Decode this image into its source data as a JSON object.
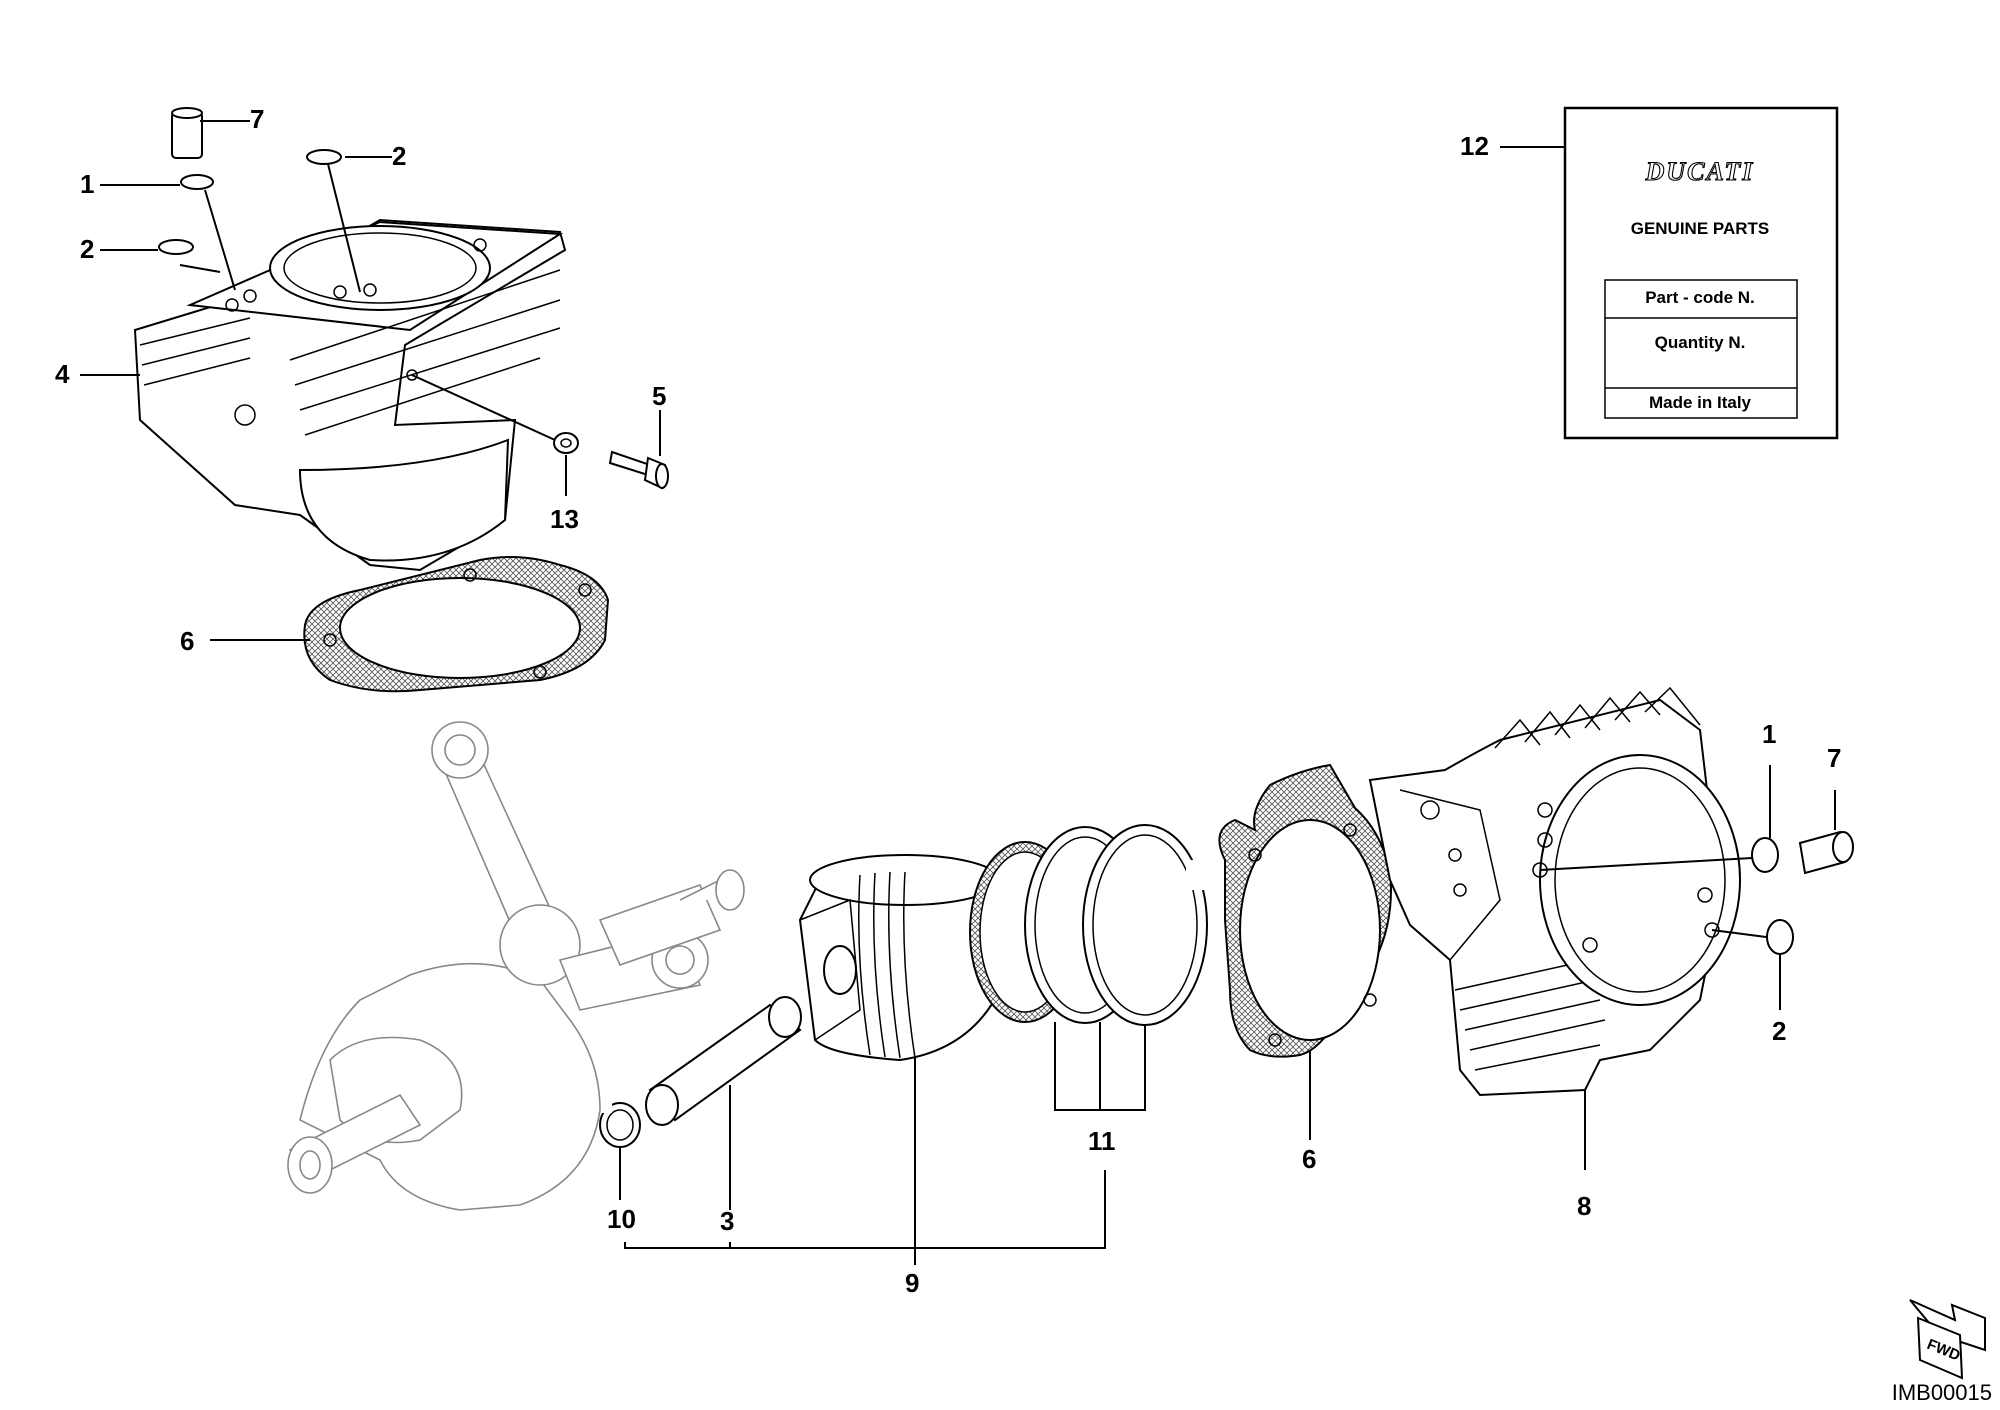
{
  "callouts": {
    "c1a": "1",
    "c2a": "2",
    "c2b": "2",
    "c4": "4",
    "c5": "5",
    "c6a": "6",
    "c7a": "7",
    "c13": "13",
    "c12": "12",
    "c1b": "1",
    "c7b": "7",
    "c2c": "2",
    "c8": "8",
    "c6b": "6",
    "c11": "11",
    "c9": "9",
    "c3": "3",
    "c10": "10"
  },
  "label": {
    "brand": "DUCATI",
    "heading": "GENUINE PARTS",
    "rows": [
      "Part - code N.",
      "Quantity N.",
      "Made in Italy"
    ]
  },
  "fwd_mark": "FWD",
  "drawing_code": "IMB00015",
  "colors": {
    "ink": "#000000",
    "paper": "#ffffff",
    "ghost": "#888888"
  }
}
